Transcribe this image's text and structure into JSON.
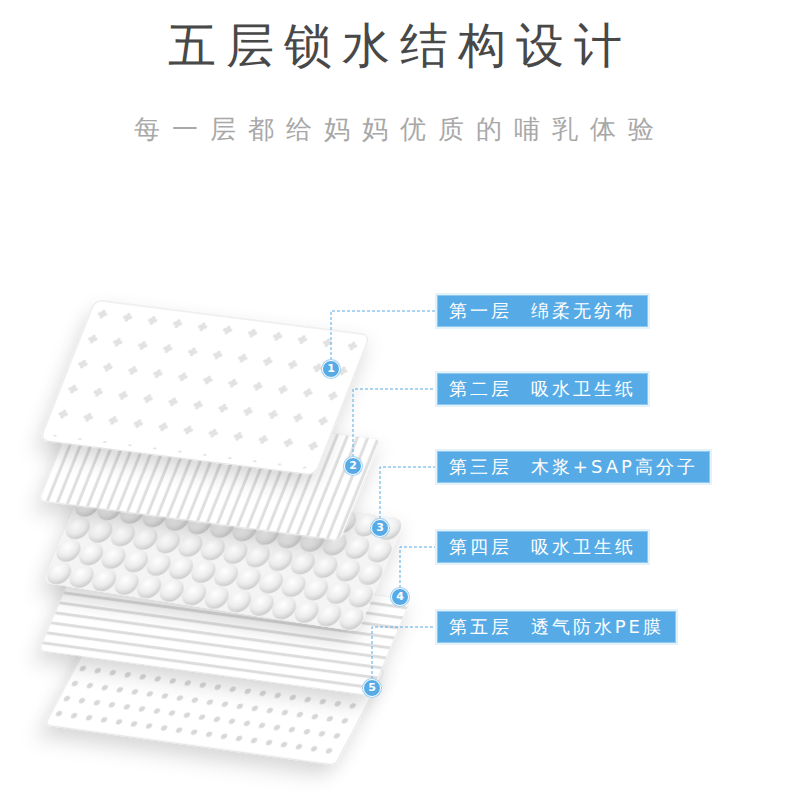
{
  "diagram": {
    "title": "五层锁水结构设计",
    "nodes": [
      {
        "text": [
          "第一层 绵柔无纺布"
        ]
      },
      {
        "text": [
          "1"
        ]
      },
      {
        "text": [
          "第二层 吸水卫生纸"
        ]
      },
      {
        "text": [
          "2"
        ]
      },
      {
        "text": [
          "第三层 木浆+SAP高分子"
        ]
      },
      {
        "text": [
          "3"
        ]
      },
      {
        "text": [
          "第四层 吸水卫生纸"
        ]
      },
      {
        "text": [
          "4"
        ]
      },
      {
        "text": [
          "第五层 透气防水PE膜"
        ]
      },
      {
        "text": [
          "5"
        ]
      }
    ],
    "edges": [
      {
        "from": 1,
        "to": 0,
        "arrow": "none"
      },
      {
        "from": 3,
        "to": 2,
        "arrow": "none"
      },
      {
        "from": 5,
        "to": 4,
        "arrow": "none"
      },
      {
        "from": 7,
        "to": 6,
        "arrow": "none"
      },
      {
        "from": 9,
        "to": 8,
        "arrow": "none"
      }
    ],
    "labels": [
      "每一层都给妈妈优质的哺乳体验"
    ]
  }
}
